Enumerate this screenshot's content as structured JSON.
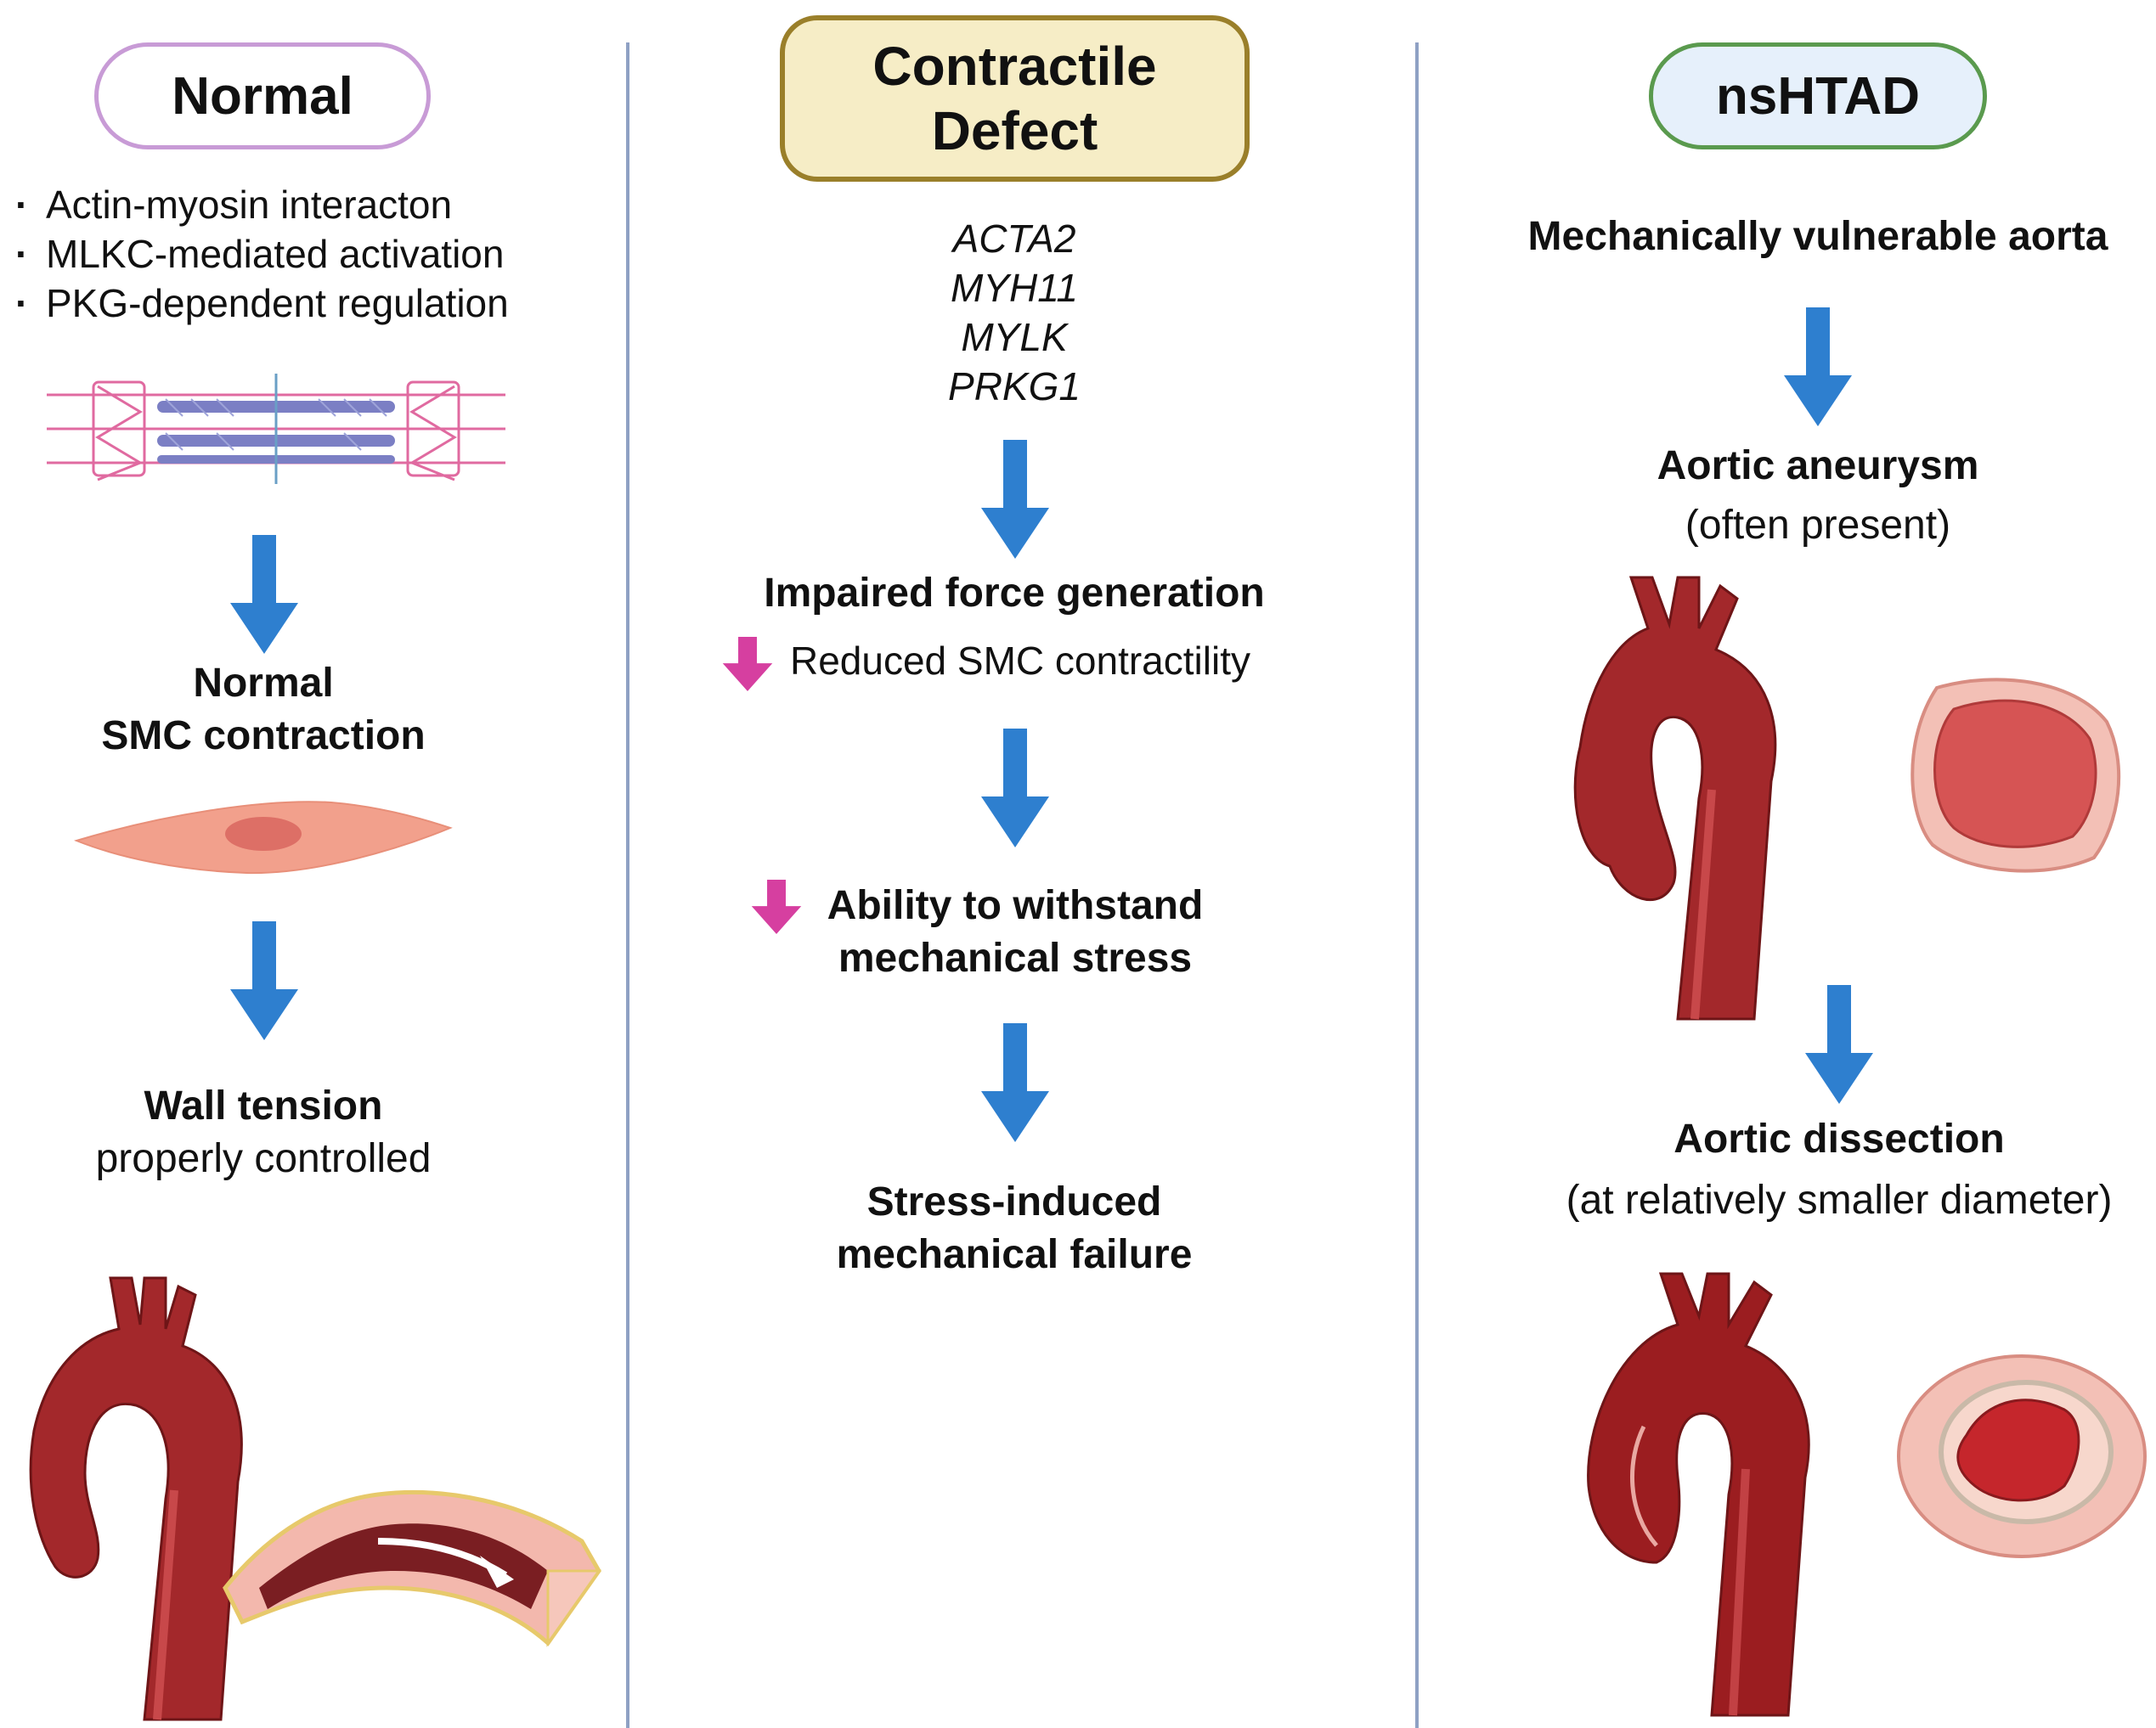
{
  "colors": {
    "normal_border": "#c89bd6",
    "contractile_border": "#9a7f2a",
    "contractile_fill": "#f6edc6",
    "nshtad_border": "#5a9a4e",
    "nshtad_fill": "#e6f0fb",
    "flow_arrow": "#2e7fcf",
    "decrease_arrow": "#d63fa0",
    "divider": "#8fa1c4",
    "aorta_red": "#a3282b",
    "smc_pink": "#f2a08c"
  },
  "normal": {
    "title": "Normal",
    "bullets": [
      "Actin-myosin interacton",
      "MLKC-mediated activation",
      "PKG-dependent regulation"
    ],
    "step1_line1": "Normal",
    "step1_line2": "SMC contraction",
    "step2_bold": "Wall tension",
    "step2_regular": "properly controlled",
    "icons": [
      "sarcomere-illustration",
      "smc-cell-illustration",
      "aorta-illustration",
      "vessel-section-illustration"
    ]
  },
  "contractile": {
    "title_line1": "Contractile",
    "title_line2": "Defect",
    "genes": [
      "ACTA2",
      "MYH11",
      "MYLK",
      "PRKG1"
    ],
    "step1": "Impaired force generation",
    "step1_sub": "Reduced SMC contractility",
    "step2_line1": "Ability to withstand",
    "step2_line2": "mechanical stress",
    "step3_line1": "Stress-induced",
    "step3_line2": "mechanical failure"
  },
  "nshtad": {
    "title": "nsHTAD",
    "step0": "Mechanically vulnerable aorta",
    "step1_bold": "Aortic aneurysm",
    "step1_regular": "(often present)",
    "step2_bold": "Aortic dissection",
    "step2_regular": "(at relatively smaller diameter)",
    "icons": [
      "aneurysm-aorta-illustration",
      "aneurysm-cross-section",
      "dissection-aorta-illustration",
      "dissection-cross-section"
    ]
  }
}
